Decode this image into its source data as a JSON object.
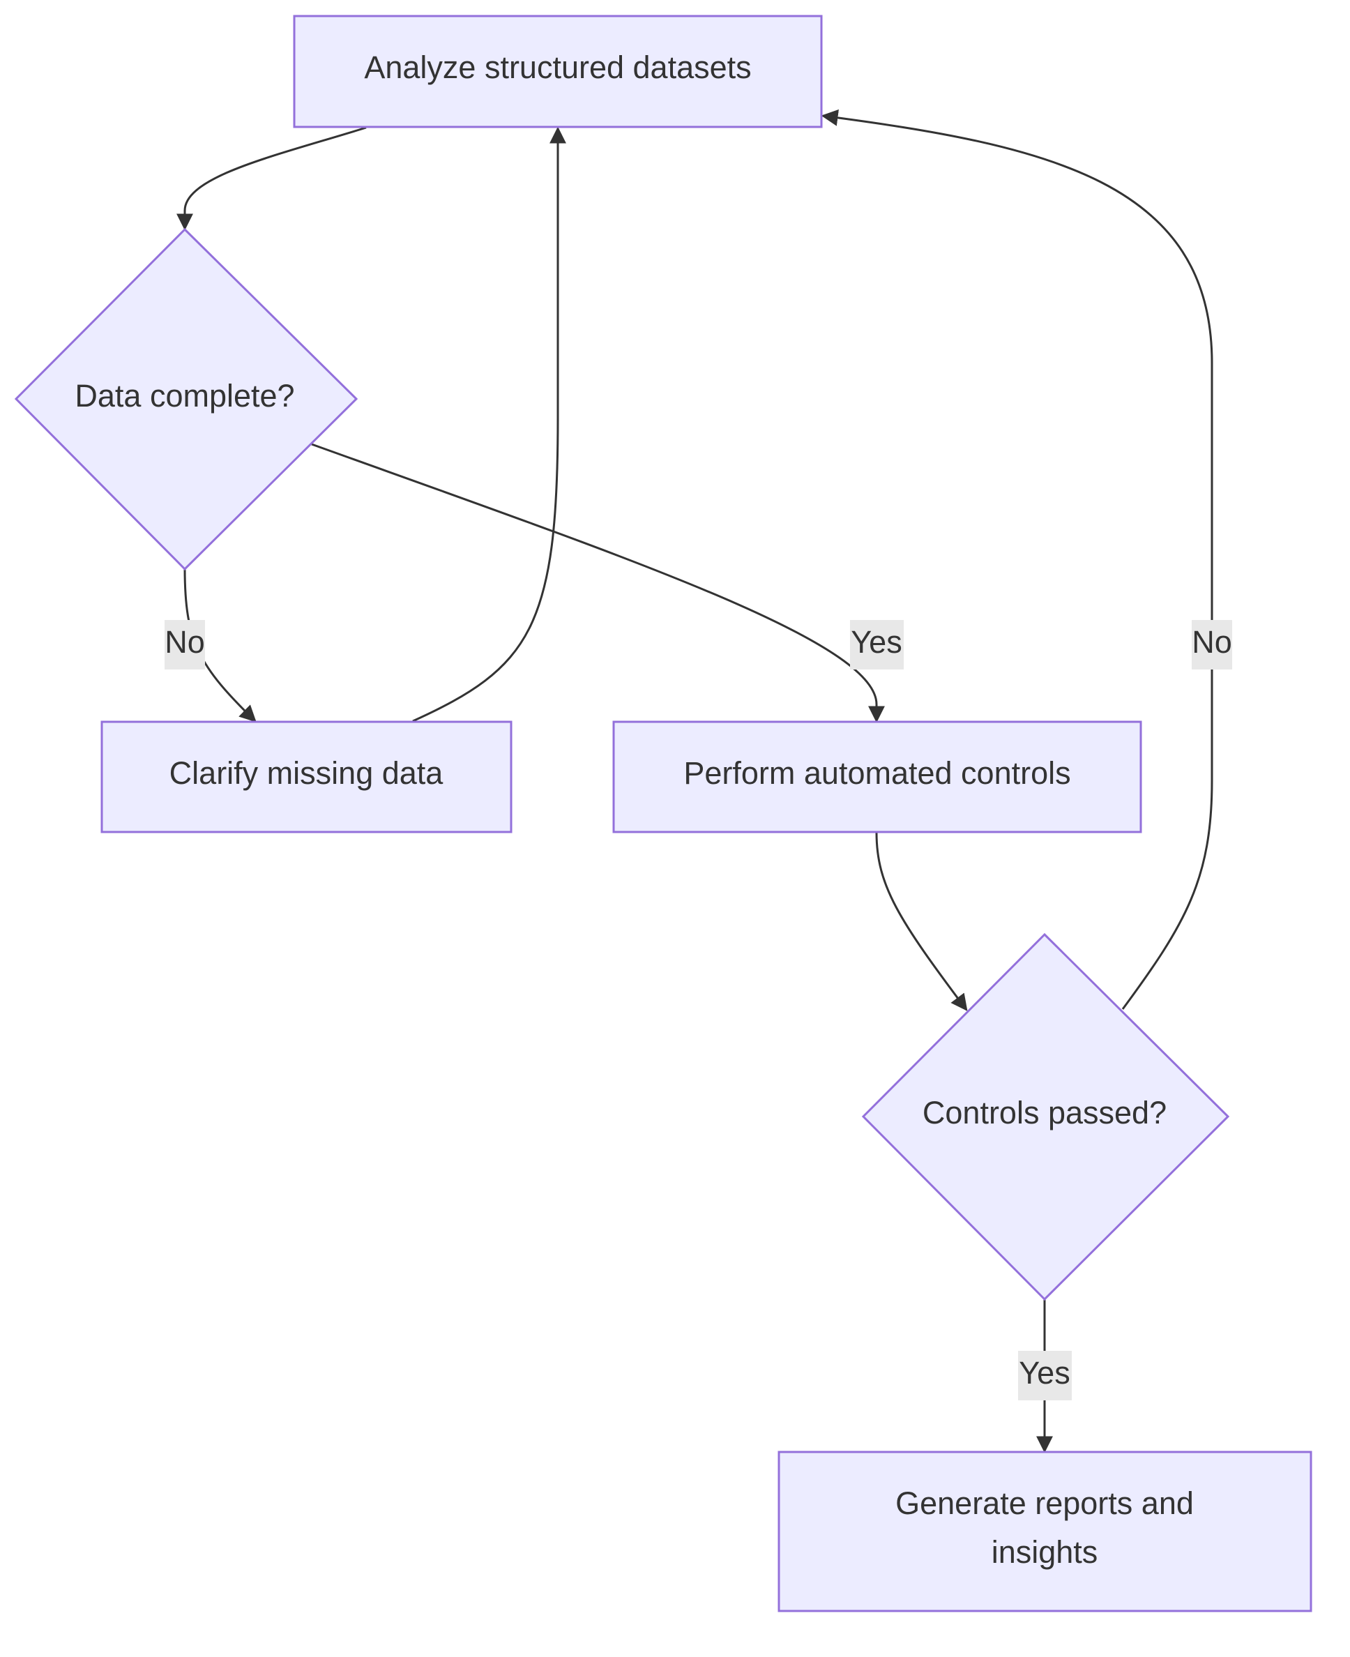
{
  "diagram": {
    "type": "flowchart",
    "colors": {
      "node_fill": "#ECECFF",
      "node_stroke": "#9370DB",
      "edge": "#333333",
      "label_bg": "#E8E8E8",
      "text": "#333333"
    },
    "nodes": {
      "analyze": "Analyze structured datasets",
      "data_complete": "Data complete?",
      "clarify": "Clarify missing data",
      "perform": "Perform automated controls",
      "controls_passed": "Controls passed?",
      "generate_line1": "Generate reports and",
      "generate_line2": "insights"
    },
    "edges": [
      {
        "from": "Analyze structured datasets",
        "to": "Data complete?",
        "label": ""
      },
      {
        "from": "Data complete?",
        "to": "Clarify missing data",
        "label": "No"
      },
      {
        "from": "Data complete?",
        "to": "Perform automated controls",
        "label": "Yes"
      },
      {
        "from": "Clarify missing data",
        "to": "Analyze structured datasets",
        "label": ""
      },
      {
        "from": "Perform automated controls",
        "to": "Controls passed?",
        "label": ""
      },
      {
        "from": "Controls passed?",
        "to": "Analyze structured datasets",
        "label": "No"
      },
      {
        "from": "Controls passed?",
        "to": "Generate reports and insights",
        "label": "Yes"
      }
    ],
    "edge_labels": {
      "data_complete_no": "No",
      "data_complete_yes": "Yes",
      "controls_no": "No",
      "controls_yes": "Yes"
    }
  }
}
